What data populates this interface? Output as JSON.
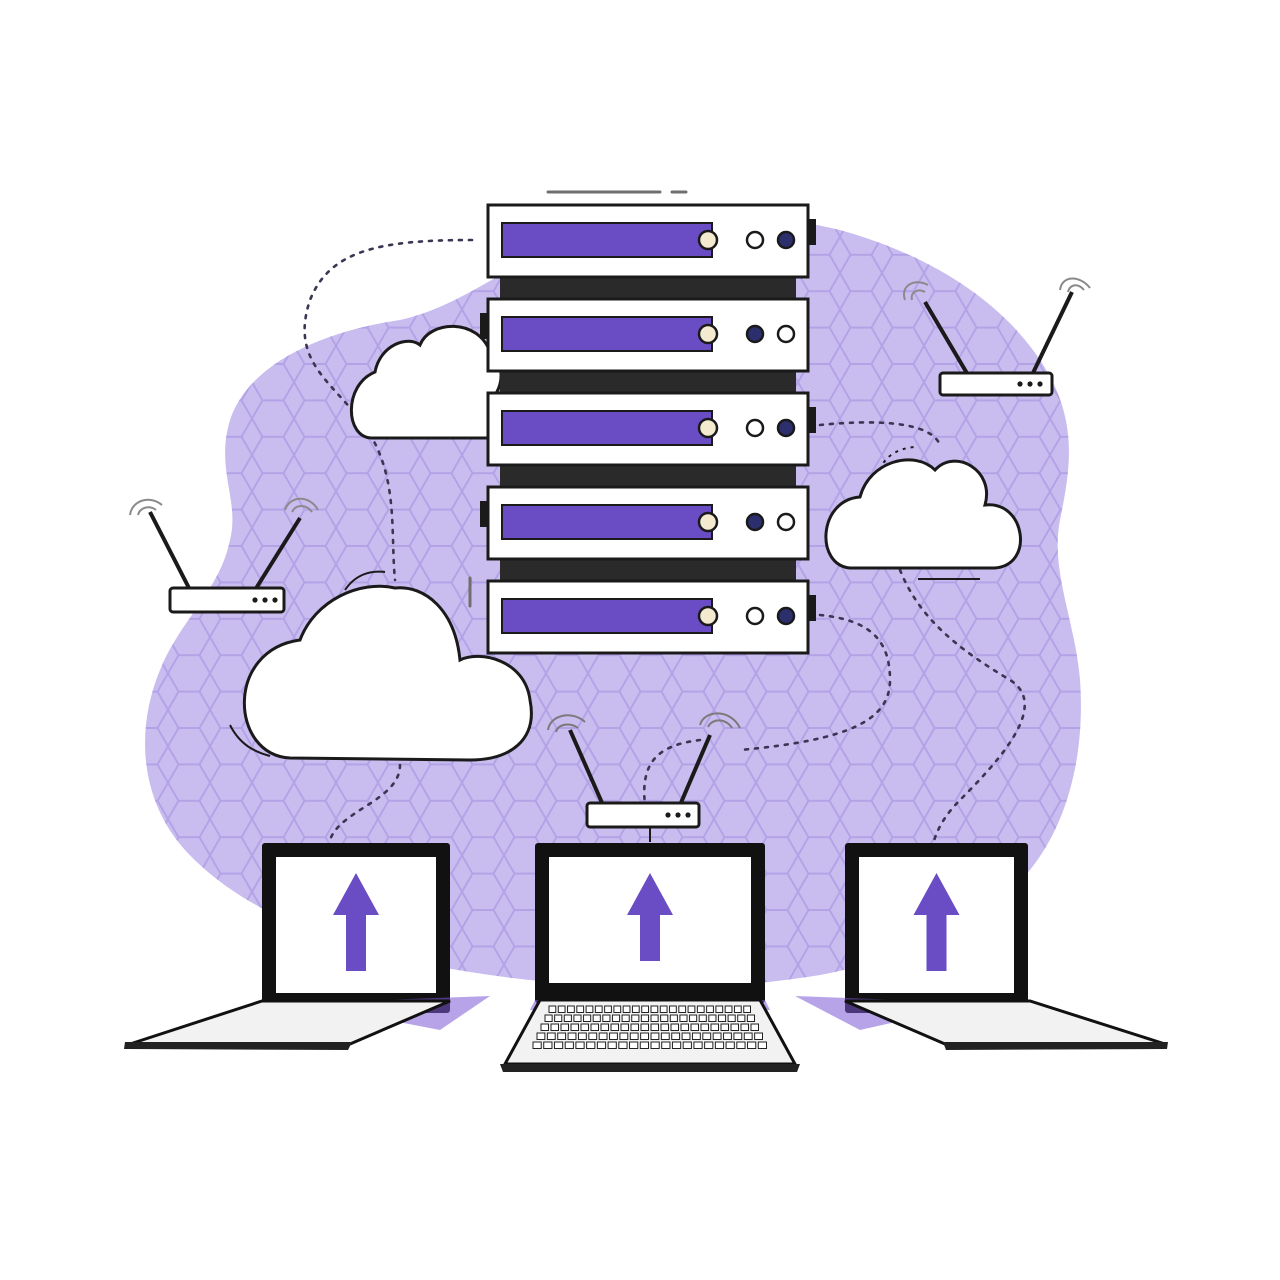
{
  "colors": {
    "background": "#ffffff",
    "blob": "#c9bdf0",
    "hex_grid": "#b7a8e8",
    "accent_purple": "#6a4cc4",
    "outline": "#1a1a1a",
    "panel_white": "#ffffff",
    "led_cream": "#f3ead0",
    "led_navy": "#2c2f6e",
    "keyboard_gray": "#e6e6e6",
    "shadow_purple": "#7b5ad6"
  },
  "icons": {
    "server": "server-rack-icon",
    "router": "wifi-router-icon",
    "cloud": "cloud-icon",
    "laptop": "laptop-icon",
    "upload_arrow": "upload-arrow-icon",
    "signal": "wifi-signal-icon"
  },
  "server_rack": {
    "units": [
      {
        "leds": [
          "cream",
          "outline",
          "navy"
        ]
      },
      {
        "leds": [
          "cream",
          "navy",
          "outline"
        ]
      },
      {
        "leds": [
          "cream",
          "outline",
          "navy"
        ]
      },
      {
        "leds": [
          "cream",
          "navy",
          "outline"
        ]
      },
      {
        "leds": [
          "cream",
          "outline",
          "navy"
        ]
      }
    ]
  },
  "routers": [
    "router-top-right",
    "router-left",
    "router-center"
  ],
  "clouds": [
    "cloud-upper-left",
    "cloud-right",
    "cloud-large-left"
  ],
  "laptops": [
    "laptop-left",
    "laptop-center",
    "laptop-right"
  ]
}
